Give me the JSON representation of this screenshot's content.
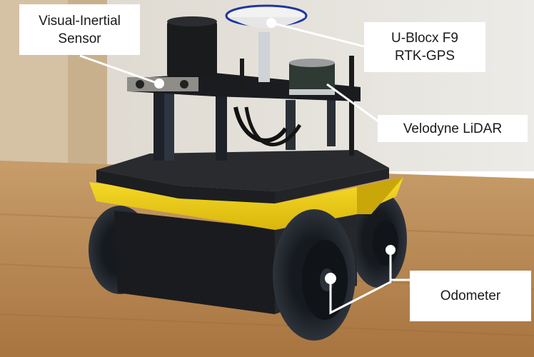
{
  "figure": {
    "subject": "four-wheeled mobile robot with sensor mast",
    "colors": {
      "floor": "#b98a55",
      "wall": "#e9e7e2",
      "door": "#d7c4a8",
      "chassis_yellow": "#f2d21a",
      "chassis_black": "#1c1d20",
      "tire": "#22262c",
      "callout": "#ffffff"
    }
  },
  "labels": [
    {
      "id": "visual-inertial",
      "lines": [
        "Visual-Inertial",
        "Sensor"
      ]
    },
    {
      "id": "gps",
      "lines": [
        "U-Blocx F9",
        "RTK-GPS"
      ]
    },
    {
      "id": "lidar",
      "lines": [
        "Velodyne LiDAR"
      ]
    },
    {
      "id": "odometer",
      "lines": [
        "Odometer"
      ]
    }
  ]
}
